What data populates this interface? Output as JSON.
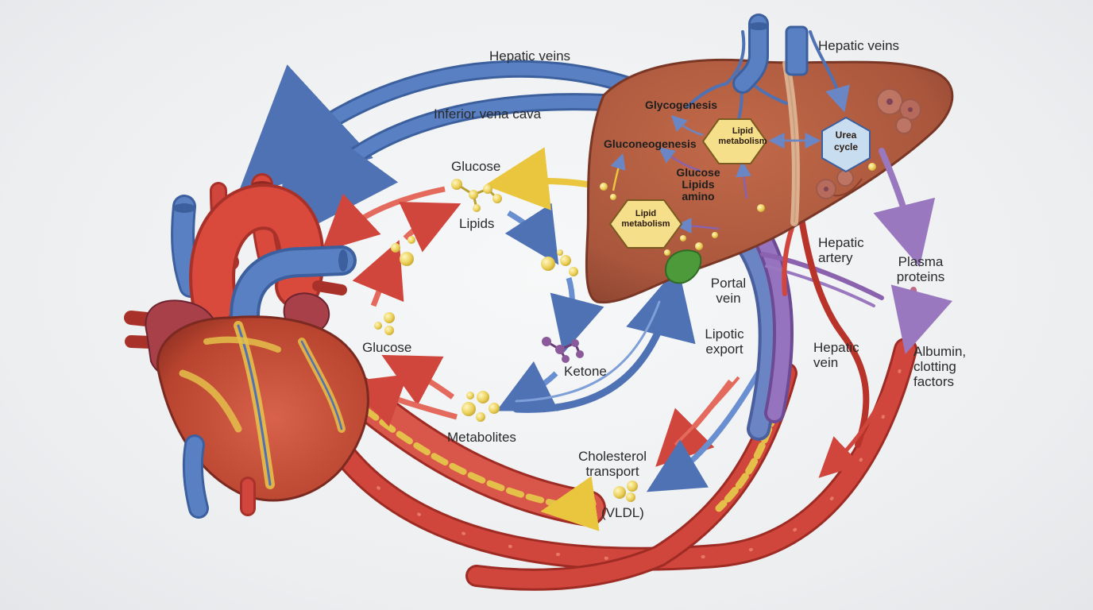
{
  "labels": {
    "hepatic_veins_left": "Hepatic veins",
    "hepatic_veins_right": "Hepatic veins",
    "inferior_vena_cava": "Inferior vena cava",
    "glucose_top": "Glucose",
    "lipids": "Lipids",
    "glucose_left": "Glucose",
    "ketone": "Ketone",
    "metabolites": "Metabolites",
    "cholesterol_transport": "Cholesterol transport",
    "vldl": "(VLDL)",
    "glycogenesis": "Glycogenesis",
    "gluconeogenesis": "Gluconeogenesis",
    "lipid_metabolism_center": "Lipid metabolism",
    "lipid_metabolism_left": "Lipid metabolism",
    "glucose_lipids_amino": "Glucose Lipids amino",
    "urea_cycle": "Urea cycle",
    "hepatic_artery": "Hepatic artery",
    "portal_vein": "Portal vein",
    "lipotic_export": "Lipotic export",
    "hepatic_vein": "Hepatic vein",
    "plasma_proteins": "Plasma proteins",
    "albumin_clotting_factors": "Albumin, clotting factors"
  },
  "colors": {
    "vein_blue": "#4f72b5",
    "artery_red": "#d0463c",
    "liver_brown": "#a9563c",
    "lipid_yellow": "#ecd35a",
    "lymph_purple": "#8a62ad",
    "hex_fill": "#f6df8a",
    "urea_fill": "#c9ddf0"
  }
}
